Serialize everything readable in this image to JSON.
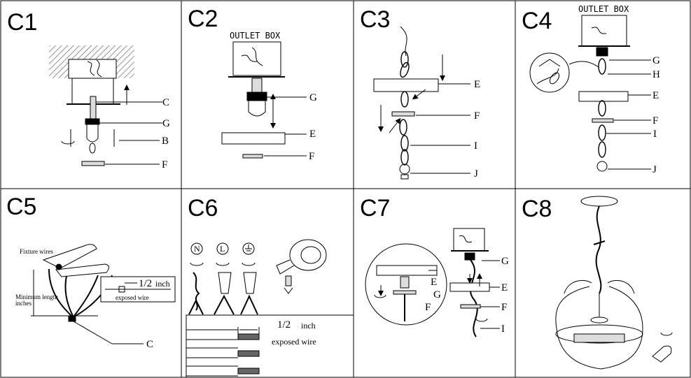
{
  "steps": {
    "c1": {
      "title": "C1",
      "labels": {
        "c": "C",
        "g": "G",
        "b": "B",
        "f": "F"
      }
    },
    "c2": {
      "title": "C2",
      "box": "OUTLET BOX",
      "labels": {
        "g": "G",
        "e": "E",
        "f": "F"
      }
    },
    "c3": {
      "title": "C3",
      "labels": {
        "e": "E",
        "f": "F",
        "i": "I",
        "j": "J"
      }
    },
    "c4": {
      "title": "C4",
      "box": "OUTLET BOX",
      "labels": {
        "g": "G",
        "h": "H",
        "e": "E",
        "f": "F",
        "i": "I",
        "j": "J"
      }
    },
    "c5": {
      "title": "C5",
      "fixture_wires": "Fixture wires",
      "min_length": "Minimum length",
      "inches": "inches",
      "half_inch": "1/2",
      "inch": "inch",
      "exposed": "exposed wire",
      "labels": {
        "c": "C"
      }
    },
    "c6": {
      "title": "C6",
      "n": "N",
      "l": "L",
      "half_inch": "1/2",
      "inch": "inch",
      "exposed": "exposed wire"
    },
    "c7": {
      "title": "C7",
      "labels": {
        "e1": "E",
        "g1": "G",
        "f1": "F",
        "g2": "G",
        "e2": "E",
        "f2": "F",
        "i": "I"
      }
    },
    "c8": {
      "title": "C8"
    }
  },
  "colors": {
    "line": "#000000",
    "hatch": "#555555",
    "background": "#ffffff"
  }
}
